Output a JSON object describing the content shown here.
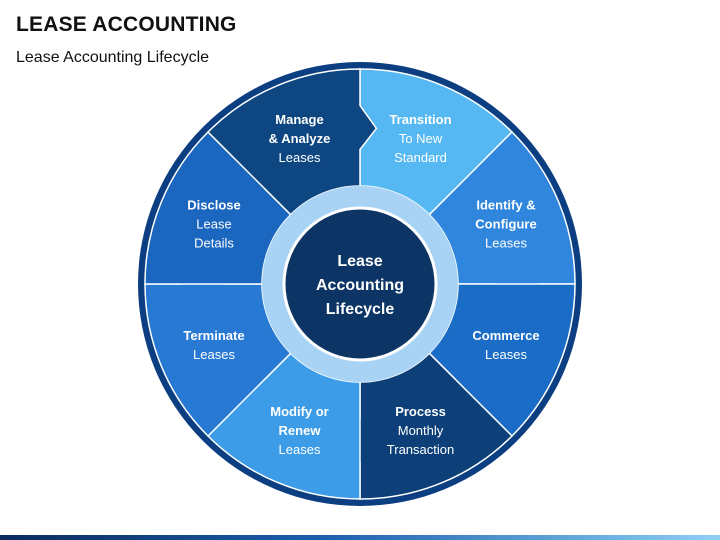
{
  "header": {
    "title": "LEASE ACCOUNTING",
    "subtitle": "Lease Accounting Lifecycle"
  },
  "center": {
    "lines": [
      "Lease",
      "Accounting",
      "Lifecycle"
    ]
  },
  "segments": [
    {
      "id": "transition",
      "lines": [
        {
          "t": "Transition",
          "bold": true
        },
        {
          "t": "To New",
          "bold": false
        },
        {
          "t": "Standard",
          "bold": false
        }
      ],
      "color": "#56b8f2"
    },
    {
      "id": "identify",
      "lines": [
        {
          "t": "Identify &",
          "bold": true
        },
        {
          "t": "Configure",
          "bold": true
        },
        {
          "t": "Leases",
          "bold": false
        }
      ],
      "color": "#2f86dc"
    },
    {
      "id": "commerce",
      "lines": [
        {
          "t": "Commerce",
          "bold": true
        },
        {
          "t": "Leases",
          "bold": false
        }
      ],
      "color": "#1a6cc7"
    },
    {
      "id": "process",
      "lines": [
        {
          "t": "Process",
          "bold": true
        },
        {
          "t": "Monthly",
          "bold": false
        },
        {
          "t": "Transaction",
          "bold": false
        }
      ],
      "color": "#0d3f78"
    },
    {
      "id": "modify",
      "lines": [
        {
          "t": "Modify or",
          "bold": true
        },
        {
          "t": "Renew",
          "bold": true
        },
        {
          "t": "Leases",
          "bold": false
        }
      ],
      "color": "#3d9ce8"
    },
    {
      "id": "terminate",
      "lines": [
        {
          "t": "Terminate",
          "bold": true
        },
        {
          "t": "Leases",
          "bold": false
        }
      ],
      "color": "#2879d4"
    },
    {
      "id": "disclose",
      "lines": [
        {
          "t": "Disclose",
          "bold": true
        },
        {
          "t": "Lease",
          "bold": false
        },
        {
          "t": "Details",
          "bold": false
        }
      ],
      "color": "#1b66bf"
    },
    {
      "id": "manage",
      "lines": [
        {
          "t": "Manage",
          "bold": true
        },
        {
          "t": "& Analyze",
          "bold": true
        },
        {
          "t": "Leases",
          "bold": false
        }
      ],
      "color": "#0e4682"
    }
  ],
  "colors": {
    "outer_ring": "#0b3f82",
    "inner_ring": "#a9d3f4",
    "center_fill": "#0c3566",
    "center_border": "#ffffff"
  }
}
